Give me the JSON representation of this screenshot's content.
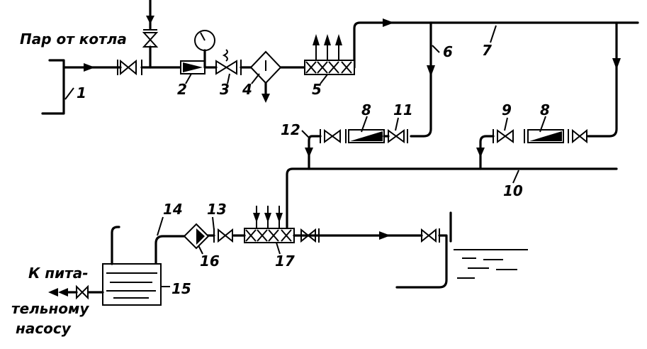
{
  "labels": {
    "steam_from_boiler": "Пар от котла",
    "to_feed_pump_line1": "К пита-",
    "to_feed_pump_line2": "тельному",
    "to_feed_pump_line3": "насосу"
  },
  "callouts": [
    "1",
    "2",
    "3",
    "4",
    "5",
    "6",
    "7",
    "8",
    "11",
    "12",
    "9",
    "8",
    "10",
    "14",
    "13",
    "16",
    "17",
    "15"
  ]
}
